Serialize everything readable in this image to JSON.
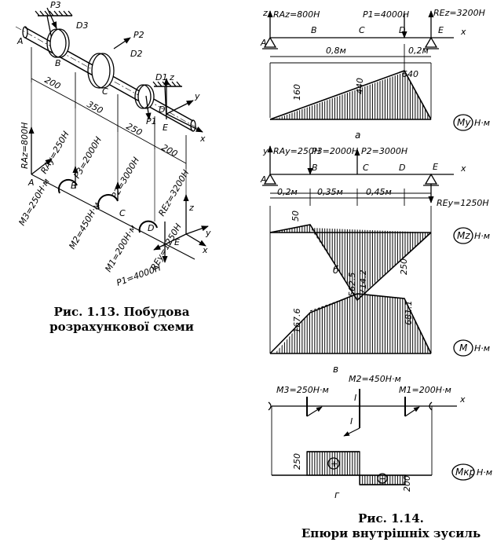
{
  "figure13": {
    "caption_line1": "Рис. 1.13. Побудова",
    "caption_line2": "розрахункової схеми",
    "top": {
      "force_P3": "P3",
      "force_P2": "P2",
      "force_P1": "P1",
      "disk_D1": "D1",
      "disk_D2": "D2",
      "disk_D3": "D3",
      "point_A": "A",
      "point_B": "B",
      "point_C": "C",
      "point_D": "D",
      "point_E": "E",
      "axis_z": "z",
      "axis_y": "y",
      "axis_x": "x",
      "dim_AB": "200",
      "dim_BC": "350",
      "dim_CD": "250",
      "dim_DE": "200"
    },
    "bottom": {
      "R_Az": "RAz=800H",
      "R_Ay": "RAy=250H",
      "P3": "P3=2000H",
      "P2": "P2=3000H",
      "P1": "P1=4000H",
      "M3": "M3=250H·м",
      "M2": "M2=450H·м",
      "M1": "M1=200H·м",
      "R_Ez": "REz=3200H",
      "R_Ey": "REy=1250H",
      "point_A": "A",
      "point_B": "B",
      "point_C": "C",
      "point_D": "D",
      "point_E": "E",
      "axis_z": "z",
      "axis_y": "y",
      "axis_x": "x"
    }
  },
  "figure14": {
    "caption_line1": "Рис. 1.14.",
    "caption_line2": "Епюри внутрішніх зусиль",
    "panel_a": {
      "R_Az": "RAz=800H",
      "P1": "P1=4000H",
      "R_Ez": "REz=3200H",
      "axis_z": "z",
      "axis_x": "x",
      "points": [
        "A",
        "B",
        "C",
        "D",
        "E"
      ],
      "dims": [
        "0,8м",
        "0,2м"
      ],
      "values": [
        160,
        440,
        640
      ],
      "diagram_label": "My",
      "unit": "H·м",
      "letter": "а"
    },
    "panel_b": {
      "R_Ay": "RAy=250H",
      "P3": "P3=2000H",
      "P2": "P2=3000H",
      "R_Ey": "REy=1250H",
      "axis_y": "y",
      "axis_x": "x",
      "points": [
        "A",
        "B",
        "C",
        "D",
        "E"
      ],
      "dims": [
        "0,2м",
        "0,35м",
        "0,45м"
      ],
      "values": [
        50,
        562.5,
        250
      ],
      "diagram_label": "Mz",
      "unit": "H·м",
      "letter": "б"
    },
    "panel_v": {
      "values": [
        167.6,
        714.2,
        681.1
      ],
      "diagram_label": "M",
      "unit": "H·м",
      "letter": "в"
    },
    "panel_g": {
      "M3": "M3=250H·м",
      "M2": "M2=450H·м",
      "M1": "M1=200H·м",
      "axis_x": "x",
      "section_mark": "I",
      "values": [
        250,
        200
      ],
      "plus": "+",
      "minus": "−",
      "diagram_label": "Mкр",
      "unit": "H·м",
      "letter": "г"
    }
  }
}
